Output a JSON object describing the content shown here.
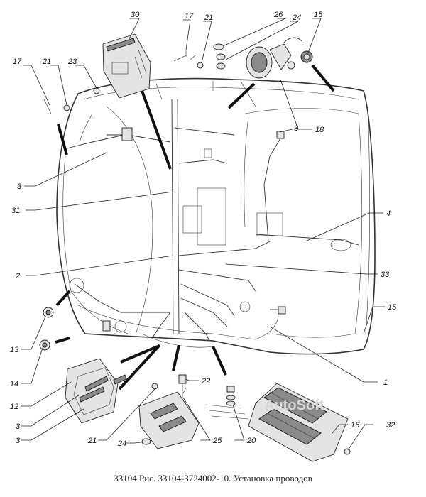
{
  "caption": "33104 Рис. 33104-3724002-10. Установка проводов",
  "watermark": "AutoSoft",
  "callouts": {
    "c30": "30",
    "c17a": "17",
    "c21a": "21",
    "c26": "26",
    "c24a": "24",
    "c15a": "15",
    "c17b": "17",
    "c21b": "21",
    "c23": "23",
    "c3a": "3",
    "c18": "18",
    "c3b": "3",
    "c31": "31",
    "c4": "4",
    "c2": "2",
    "c33": "33",
    "c15b": "15",
    "c13": "13",
    "c14": "14",
    "c1": "1",
    "c12": "12",
    "c3c": "3",
    "c3d": "3",
    "c22": "22",
    "c16": "16",
    "c32": "32",
    "c21c": "21",
    "c24b": "24",
    "c25": "25",
    "c20": "20"
  }
}
